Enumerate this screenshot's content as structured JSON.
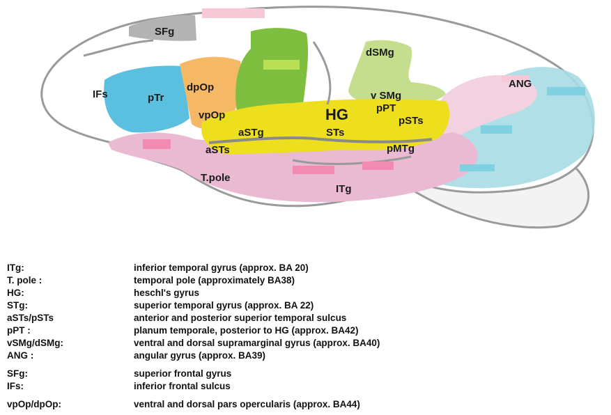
{
  "regions": {
    "SFg": "SFg",
    "IFs": "IFs",
    "pTr": "pTr",
    "dpOp": "dpOp",
    "vpOp": "vpOp",
    "dSMg": "dSMg",
    "vSMg": "v SMg",
    "ANG": "ANG",
    "HG": "HG",
    "pPT": "pPT",
    "pSTs": "pSTs",
    "aSTg": "aSTg",
    "STs": "STs",
    "aSTs": "aSTs",
    "pMTg": "pMTg",
    "Tpole": "T.pole",
    "ITg": "ITg"
  },
  "legend": [
    {
      "abbr": "ITg:",
      "desc": "inferior temporal gyrus (approx.  BA 20)"
    },
    {
      "abbr": "T. pole :",
      "desc": "temporal pole (approximately BA38)"
    },
    {
      "abbr": "HG:",
      "desc": "heschl's gyrus"
    },
    {
      "abbr": "STg:",
      "desc": "superior temporal gyrus (approx. BA 22)"
    },
    {
      "abbr": "aSTs/pSTs",
      "desc": "anterior and posterior superior temporal sulcus"
    },
    {
      "abbr": "pPT :",
      "desc": "planum temporale, posterior to HG (approx. BA42)"
    },
    {
      "abbr": "vSMg/dSMg:",
      "desc": "ventral and dorsal supramarginal gyrus  (approx. BA40)"
    },
    {
      "abbr": "ANG :",
      "desc": "angular gyrus (approx. BA39)"
    },
    {
      "abbr": "SFg:",
      "desc": "superior frontal gyrus"
    },
    {
      "abbr": "IFs:",
      "desc": "inferior frontal sulcus"
    },
    {
      "abbr": "vpOp/dpOp:",
      "desc": "ventral and dorsal pars opercularis (approx. BA44)"
    }
  ],
  "colors": {
    "outline": "#9a9a9a",
    "sfg": "#b3b3b3",
    "ifs_ptr": "#5bbfe0",
    "op": "#f5b865",
    "premotor": "#7fbf3f",
    "smg": "#c5de8e",
    "stg": "#eedf1e",
    "temporal": "#eab9d2",
    "ang": "#f2d2e0",
    "occipital": "#a9dce4",
    "cerebellum": "#f3f3f3"
  }
}
